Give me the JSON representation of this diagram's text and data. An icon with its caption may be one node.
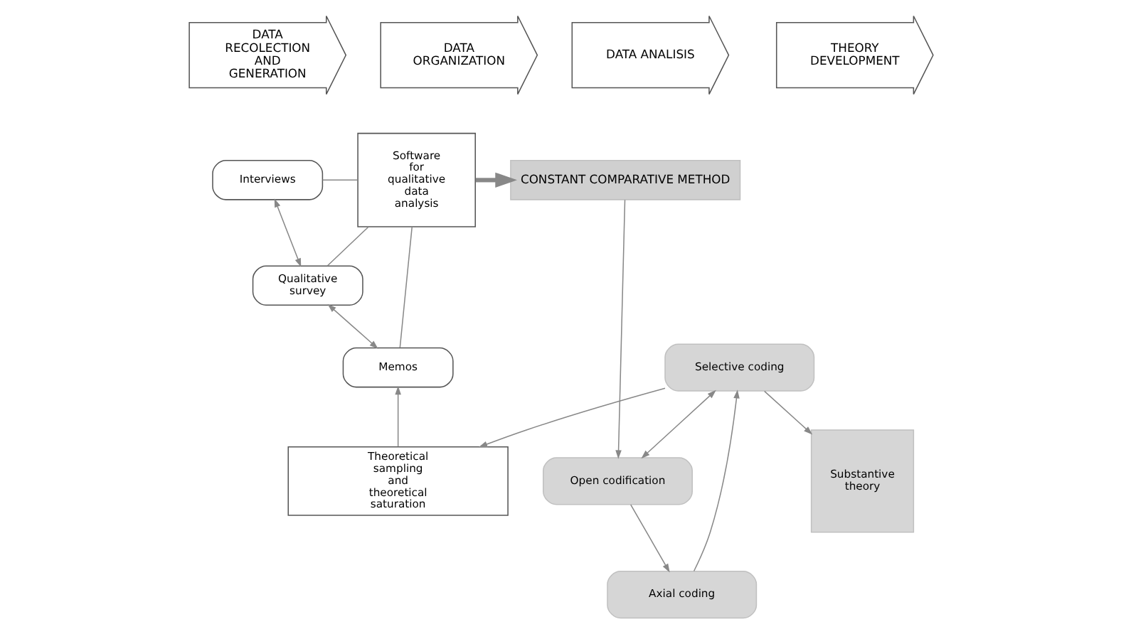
{
  "diagram": {
    "nodes": [
      {
        "text": [
          "DATA RECOLECTION AND GENERATION"
        ]
      },
      {
        "text": [
          "DATA ORGANIZATION"
        ]
      },
      {
        "text": [
          "DATA ANALISIS"
        ]
      },
      {
        "text": [
          "THEORY DEVELOPMENT"
        ]
      },
      {
        "text": [
          "CONSTANT COMPARATIVE METHOD"
        ]
      },
      {
        "text": [
          "Interviews"
        ]
      },
      {
        "text": [
          "Qualitative survey"
        ]
      },
      {
        "text": [
          "Memos"
        ]
      },
      {
        "text": [
          "Software for qualitative data analysis"
        ]
      },
      {
        "text": [
          "Open codification"
        ]
      },
      {
        "text": [
          "Axial coding"
        ]
      },
      {
        "text": [
          "Selective coding"
        ]
      },
      {
        "text": [
          "Substantive theory"
        ]
      },
      {
        "text": [
          "Theoretical sampling and theoretical saturation"
        ]
      }
    ],
    "edges": [
      {
        "from": 5,
        "to": 6,
        "arrow": "both"
      },
      {
        "from": 6,
        "to": 7,
        "arrow": "both"
      },
      {
        "from": 5,
        "to": 8,
        "arrow": "none"
      },
      {
        "from": 6,
        "to": 8,
        "arrow": "none"
      },
      {
        "from": 7,
        "to": 8,
        "arrow": "none"
      },
      {
        "from": 8,
        "to": 4,
        "arrow": "to",
        "style": "thick"
      },
      {
        "from": 4,
        "to": 9,
        "arrow": "to"
      },
      {
        "from": 9,
        "to": 10,
        "arrow": "to"
      },
      {
        "from": 10,
        "to": 11,
        "arrow": "to"
      },
      {
        "from": 11,
        "to": 9,
        "arrow": "both"
      },
      {
        "from": 11,
        "to": 12,
        "arrow": "to"
      },
      {
        "from": 11,
        "to": 13,
        "arrow": "to"
      },
      {
        "from": 13,
        "to": 7,
        "arrow": "to"
      }
    ]
  }
}
